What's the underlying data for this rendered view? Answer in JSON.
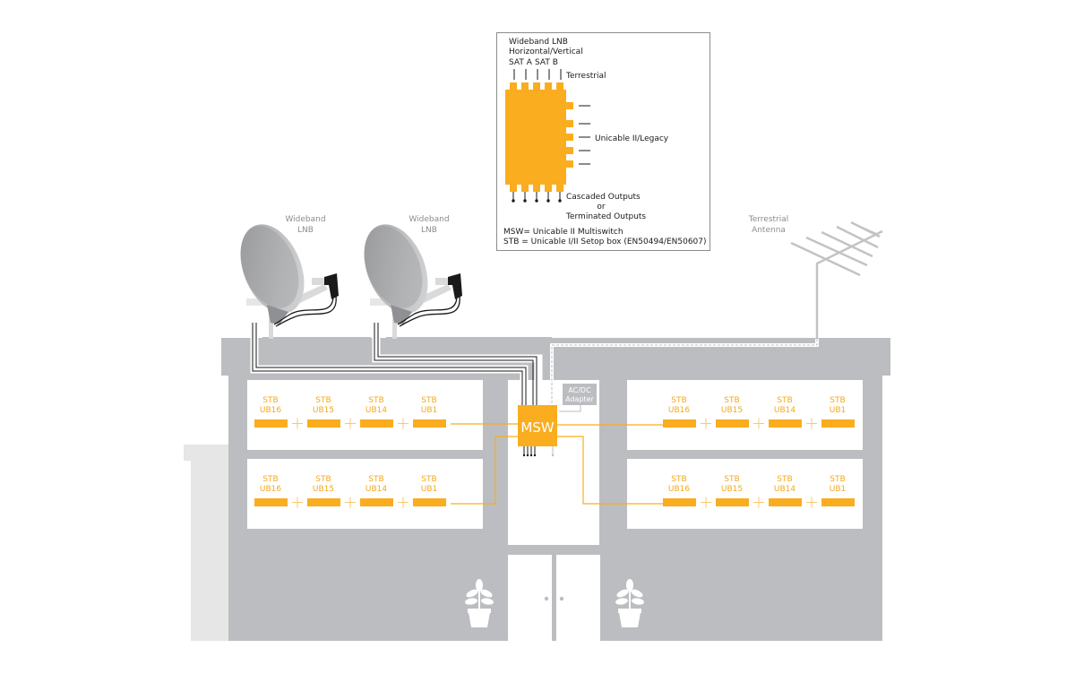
{
  "colors": {
    "accent": "#f9ad1f",
    "building": "#bcbdc0",
    "building_shadow": "#e6e6e7",
    "room": "#ffffff",
    "label_grey": "#8a8c8e",
    "cable_dark": "#1a1a1a"
  },
  "legend": {
    "title_line1": "Wideband LNB",
    "title_line2": "Horizontal/Vertical",
    "sat_a": "SAT A",
    "sat_b": "SAT B",
    "terrestrial": "Terrestrial",
    "unicable": "Unicable II/Legacy",
    "outputs_line1": "Cascaded Outputs",
    "outputs_line2": "or",
    "outputs_line3": "Terminated Outputs",
    "def_msw": "MSW= Unicable II Multiswitch",
    "def_stb": "STB = Unicable I/II Setop box (EN50494/EN50607)"
  },
  "antennas": {
    "dish1": {
      "line1": "Wideband",
      "line2": "LNB"
    },
    "dish2": {
      "line1": "Wideband",
      "line2": "LNB"
    },
    "terrestrial": {
      "line1": "Terrestrial",
      "line2": "Antenna"
    }
  },
  "msw": {
    "label": "MSW"
  },
  "adapter": {
    "line1": "AC/DC",
    "line2": "Adapter"
  },
  "rooms": [
    {
      "name": "left-top",
      "stbs": [
        {
          "l1": "STB",
          "l2": "UB16"
        },
        {
          "l1": "STB",
          "l2": "UB15"
        },
        {
          "l1": "STB",
          "l2": "UB14"
        },
        {
          "l1": "STB",
          "l2": "UB1"
        }
      ]
    },
    {
      "name": "left-bottom",
      "stbs": [
        {
          "l1": "STB",
          "l2": "UB16"
        },
        {
          "l1": "STB",
          "l2": "UB15"
        },
        {
          "l1": "STB",
          "l2": "UB14"
        },
        {
          "l1": "STB",
          "l2": "UB1"
        }
      ]
    },
    {
      "name": "right-top",
      "stbs": [
        {
          "l1": "STB",
          "l2": "UB16"
        },
        {
          "l1": "STB",
          "l2": "UB15"
        },
        {
          "l1": "STB",
          "l2": "UB14"
        },
        {
          "l1": "STB",
          "l2": "UB1"
        }
      ]
    },
    {
      "name": "right-bottom",
      "stbs": [
        {
          "l1": "STB",
          "l2": "UB16"
        },
        {
          "l1": "STB",
          "l2": "UB15"
        },
        {
          "l1": "STB",
          "l2": "UB14"
        },
        {
          "l1": "STB",
          "l2": "UB1"
        }
      ]
    }
  ]
}
